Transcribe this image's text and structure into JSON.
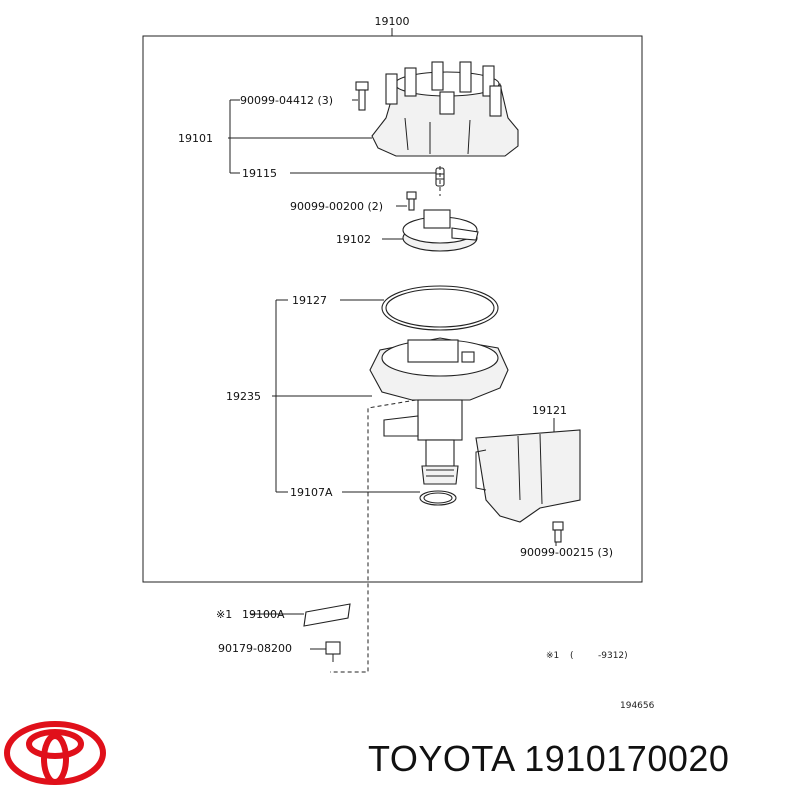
{
  "diagram": {
    "assembly_label": "19100",
    "labels": {
      "bolt_cap": "90099-04412 (3)",
      "cap": "19101",
      "spring_contact": "19115",
      "screw_rotor": "90099-00200 (2)",
      "rotor": "19102",
      "gasket": "19127",
      "housing": "19235",
      "shield": "19121",
      "oring": "19107A",
      "screw_shield": "90099-00215 (3)",
      "note_plate_mark": "※1",
      "plate": "19100A",
      "nut": "90179-08200",
      "note_mark": "※1",
      "note_paren_open": "(",
      "note_value": "-9312)",
      "diagram_number": "194656"
    }
  },
  "footer": {
    "brand_text": "TOYOTA 1910170020",
    "logo_color": "#e0101a"
  }
}
